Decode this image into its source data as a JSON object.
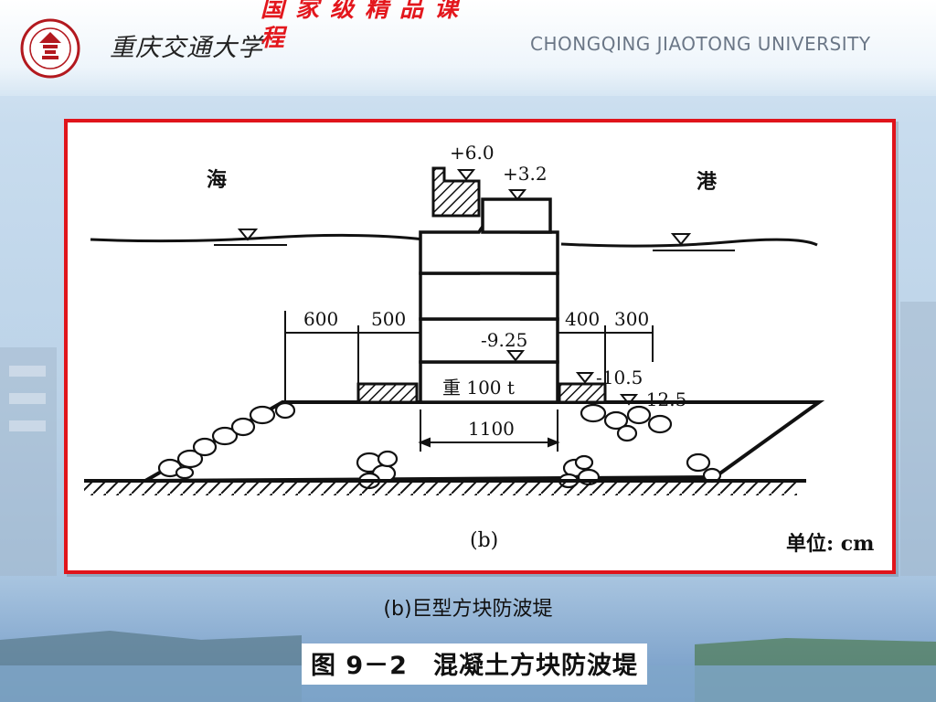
{
  "header": {
    "course_title_line1": "国家级精品课",
    "course_title_line2": "程",
    "school_name_cn": "重庆交通大学",
    "school_name_en": "CHONGQING JIAOTONG UNIVERSITY"
  },
  "diagram": {
    "side_left": "海",
    "side_right": "港",
    "elev_top": "+6.0",
    "elev_deck": "+3.2",
    "elev_base": "-9.25",
    "elev_toe": "-10.5",
    "elev_bottom": "-12.5",
    "dim_600": "600",
    "dim_500": "500",
    "dim_400": "400",
    "dim_300": "300",
    "dim_1100": "1100",
    "block_weight": "重 100 t",
    "sub_label": "(b)",
    "unit_label": "单位: cm"
  },
  "caption": "(b)巨型方块防波堤",
  "figure_title": "图 9－2　混凝土方块防波堤",
  "colors": {
    "frame": "#e0141b",
    "course_title": "#e3171d"
  }
}
